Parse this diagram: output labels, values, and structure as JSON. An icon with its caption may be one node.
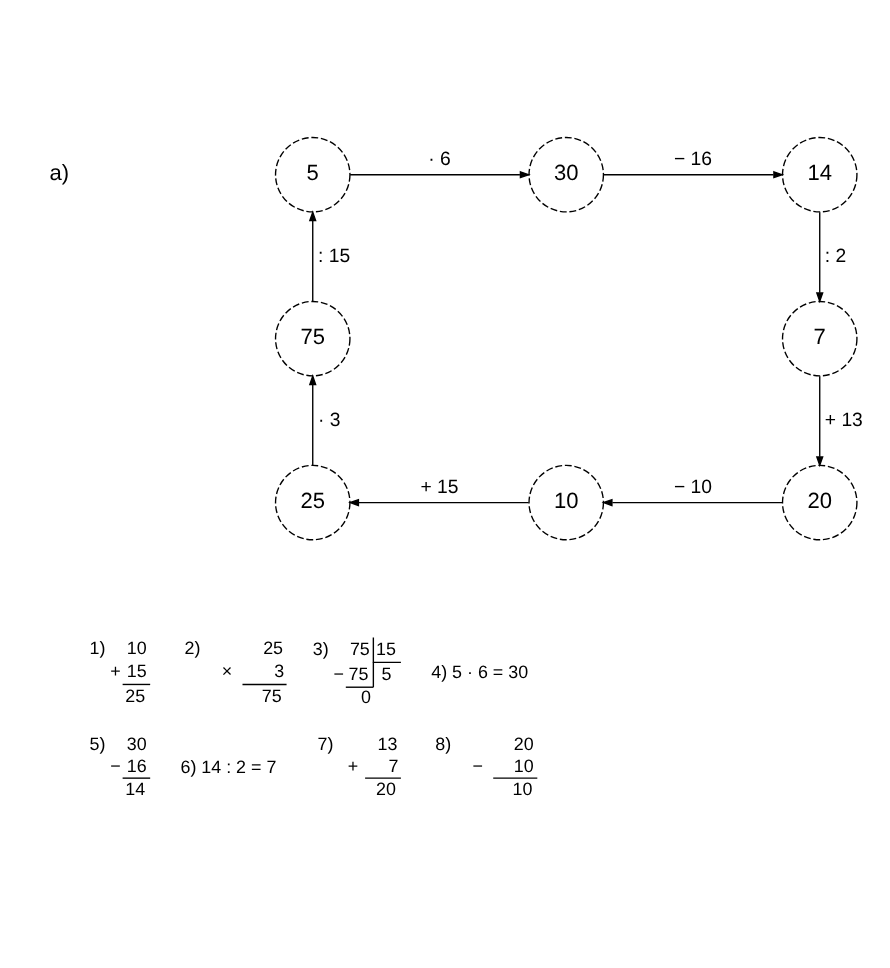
{
  "diagram": {
    "nodes": [
      {
        "text": [
          "5"
        ]
      },
      {
        "text": [
          "30"
        ]
      },
      {
        "text": [
          "14"
        ]
      },
      {
        "text": [
          "7"
        ]
      },
      {
        "text": [
          "20"
        ]
      },
      {
        "text": [
          "10"
        ]
      },
      {
        "text": [
          "25"
        ]
      },
      {
        "text": [
          "75"
        ]
      }
    ],
    "edges": [
      {
        "from": 0,
        "to": 1,
        "arrow": "to",
        "label": "· 6"
      },
      {
        "from": 1,
        "to": 2,
        "arrow": "to",
        "label": "− 16"
      },
      {
        "from": 2,
        "to": 3,
        "arrow": "to",
        "label": ": 2"
      },
      {
        "from": 3,
        "to": 4,
        "arrow": "to",
        "label": "+ 13"
      },
      {
        "from": 4,
        "to": 5,
        "arrow": "to",
        "label": "− 10"
      },
      {
        "from": 5,
        "to": 6,
        "arrow": "to",
        "label": "+ 15"
      },
      {
        "from": 6,
        "to": 7,
        "arrow": "to",
        "label": "· 3"
      },
      {
        "from": 7,
        "to": 0,
        "arrow": "to",
        "label": ": 15"
      }
    ],
    "labels": [
      "a)",
      "1)",
      "+",
      "10",
      "15",
      "25",
      "2)",
      "×",
      "25",
      "3",
      "75",
      "3)",
      "−",
      "75",
      "15",
      "75",
      "5",
      "0",
      "4) 5 · 6 = 30",
      "5)",
      "−",
      "30",
      "16",
      "14",
      "6) 14 : 2 = 7",
      "7)",
      "+",
      "13",
      "7",
      "20",
      "8)",
      "−",
      "20",
      "10",
      "10"
    ]
  }
}
